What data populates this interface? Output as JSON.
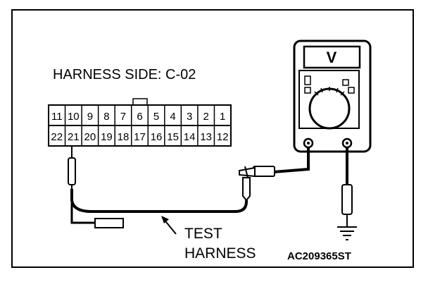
{
  "diagram": {
    "harness_side_label": "HARNESS SIDE: C-02",
    "test_harness_label_line1": "TEST",
    "test_harness_label_line2": "HARNESS",
    "figure_code": "AC209365ST",
    "meter_symbol": "V",
    "connector": {
      "top_row_pins": [
        "11",
        "10",
        "9",
        "8",
        "7",
        "6",
        "5",
        "4",
        "3",
        "2",
        "1"
      ],
      "bottom_row_pins": [
        "22",
        "21",
        "20",
        "19",
        "18",
        "17",
        "16",
        "15",
        "14",
        "13",
        "12"
      ]
    }
  },
  "icons": {
    "meter": "voltmeter-icon",
    "ground": "ground-icon",
    "arrow": "arrow-icon",
    "probe": "probe-icon"
  }
}
